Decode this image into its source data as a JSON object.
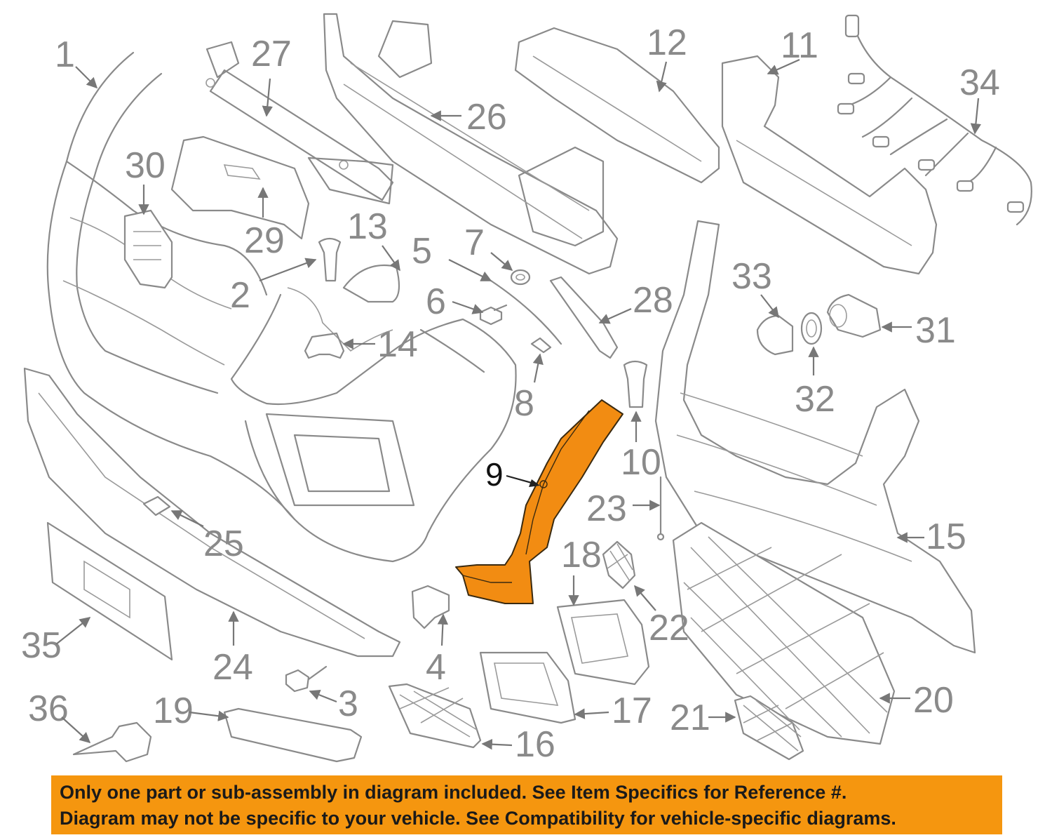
{
  "callouts": [
    {
      "id": "1",
      "text": "1"
    },
    {
      "id": "2",
      "text": "2"
    },
    {
      "id": "3",
      "text": "3"
    },
    {
      "id": "4",
      "text": "4"
    },
    {
      "id": "5",
      "text": "5"
    },
    {
      "id": "6",
      "text": "6"
    },
    {
      "id": "7",
      "text": "7"
    },
    {
      "id": "8",
      "text": "8"
    },
    {
      "id": "9",
      "text": "9",
      "highlighted": true
    },
    {
      "id": "10",
      "text": "10"
    },
    {
      "id": "11",
      "text": "11"
    },
    {
      "id": "12",
      "text": "12"
    },
    {
      "id": "13",
      "text": "13"
    },
    {
      "id": "14",
      "text": "14"
    },
    {
      "id": "15",
      "text": "15"
    },
    {
      "id": "16",
      "text": "16"
    },
    {
      "id": "17",
      "text": "17"
    },
    {
      "id": "18",
      "text": "18"
    },
    {
      "id": "19",
      "text": "19"
    },
    {
      "id": "20",
      "text": "20"
    },
    {
      "id": "21",
      "text": "21"
    },
    {
      "id": "22",
      "text": "22"
    },
    {
      "id": "23",
      "text": "23"
    },
    {
      "id": "24",
      "text": "24"
    },
    {
      "id": "25",
      "text": "25"
    },
    {
      "id": "26",
      "text": "26"
    },
    {
      "id": "27",
      "text": "27"
    },
    {
      "id": "28",
      "text": "28"
    },
    {
      "id": "29",
      "text": "29"
    },
    {
      "id": "30",
      "text": "30"
    },
    {
      "id": "31",
      "text": "31"
    },
    {
      "id": "32",
      "text": "32"
    },
    {
      "id": "33",
      "text": "33"
    },
    {
      "id": "34",
      "text": "34"
    },
    {
      "id": "35",
      "text": "35"
    },
    {
      "id": "36",
      "text": "36"
    }
  ],
  "banner": {
    "line1": "Only one part or sub-assembly in diagram included. See Item Specifics for Reference #.",
    "line2": "Diagram may not be specific to your vehicle. See Compatibility for vehicle-specific diagrams."
  },
  "colors": {
    "highlight": "#f28c12",
    "banner": "#f5960f",
    "linework": "#8a8a8a"
  }
}
